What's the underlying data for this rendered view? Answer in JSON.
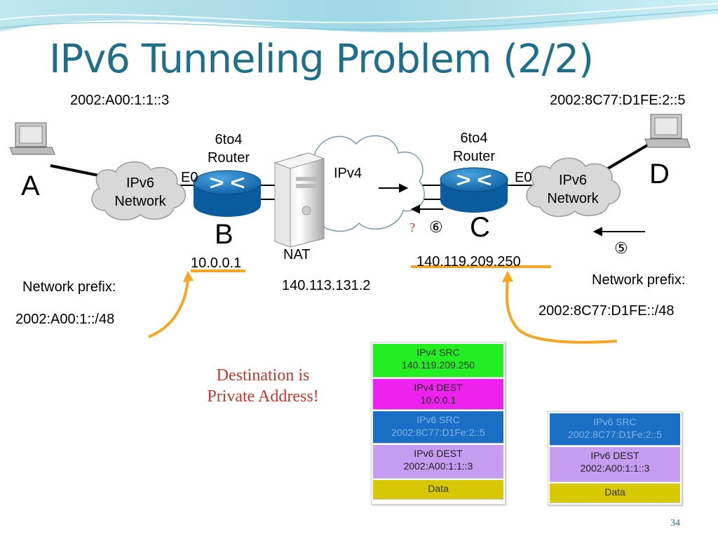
{
  "title": "IPv6 Tunneling Problem (2/2)",
  "top_left_address": "2002:A00:1:1::3",
  "top_right_address": "2002:8C77:D1FE:2::5",
  "host_a": {
    "label": "A"
  },
  "host_d": {
    "label": "D"
  },
  "left_network": {
    "line1": "IPv6",
    "line2": "Network"
  },
  "right_network": {
    "line1": "IPv6",
    "line2": "Network"
  },
  "router_b": {
    "type_line1": "6to4",
    "type_line2": "Router",
    "interface": "E0",
    "label": "B",
    "ip": "10.0.0.1"
  },
  "router_c": {
    "type_line1": "6to4",
    "type_line2": "Router",
    "interface": "E0",
    "label": "C",
    "ip": "140.119.209.250"
  },
  "ipv4_cloud": {
    "label": "IPv4"
  },
  "nat": {
    "label": "NAT",
    "ip": "140.113.131.2"
  },
  "steps": {
    "question": "?",
    "step6": "⑥",
    "step5": "⑤"
  },
  "left_prefix": {
    "label": "Network prefix:",
    "value": "2002:A00:1::/48"
  },
  "right_prefix": {
    "label": "Network prefix:",
    "value": "2002:8C77:D1FE::/48"
  },
  "callout": {
    "line1": "Destination is",
    "line2": "Private Address!"
  },
  "packet_left": [
    {
      "line1": "IPv4 SRC",
      "line2": "140.119.209.250",
      "color": "#22ee22",
      "text_color": "#333333"
    },
    {
      "line1": "IPv4 DEST",
      "line2": "10.0.0.1",
      "color": "#ee22ee",
      "text_color": "#222222"
    },
    {
      "line1": "IPv6 SRC",
      "line2": "2002:8C77:D1Fe:2::5",
      "color": "#1a6fc4",
      "text_color": "#7fb3e6"
    },
    {
      "line1": "IPv6 DEST",
      "line2": "2002:A00:1:1::3",
      "color": "#c59cf0",
      "text_color": "#222222"
    },
    {
      "line1": "Data",
      "line2": "",
      "color": "#d8c800",
      "text_color": "#333333"
    }
  ],
  "packet_right": [
    {
      "line1": "IPv6 SRC",
      "line2": "2002:8C77:D1Fe:2::5",
      "color": "#1a6fc4",
      "text_color": "#7fb3e6"
    },
    {
      "line1": "IPv6 DEST",
      "line2": "2002:A00:1:1::3",
      "color": "#c59cf0",
      "text_color": "#222222"
    },
    {
      "line1": "Data",
      "line2": "",
      "color": "#d8c800",
      "text_color": "#333333"
    }
  ],
  "page_number": "34"
}
